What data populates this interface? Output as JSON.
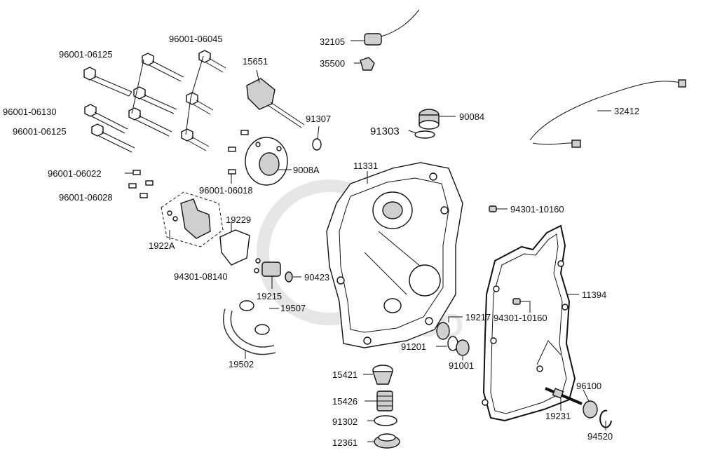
{
  "watermark": {
    "text": "KYMCO"
  },
  "labels": {
    "l96001_06045": "96001-06045",
    "l96001_06125_a": "96001-06125",
    "l15651": "15651",
    "l96001_06130": "96001-06130",
    "l96001_06125_b": "96001-06125",
    "l32105": "32105",
    "l35500": "35500",
    "l91307": "91307",
    "l90084": "90084",
    "l91303": "91303",
    "l32412": "32412",
    "l9008A": "9008A",
    "l11331": "11331",
    "l96001_06022": "96001-06022",
    "l96001_06028": "96001-06028",
    "l96001_06018": "96001-06018",
    "l94301_10160_a": "94301-10160",
    "l19229": "19229",
    "l1922A": "1922A",
    "l94301_08140": "94301-08140",
    "l90423": "90423",
    "l19215": "19215",
    "l11394": "11394",
    "l19507": "19507",
    "l19217": "19217",
    "l94301_10160_b": "94301-10160",
    "l91201": "91201",
    "l91001": "91001",
    "l19502": "19502",
    "l15421": "15421",
    "l96100": "96100",
    "l15426": "15426",
    "l19231": "19231",
    "l91302": "91302",
    "l94520": "94520",
    "l12361": "12361"
  }
}
